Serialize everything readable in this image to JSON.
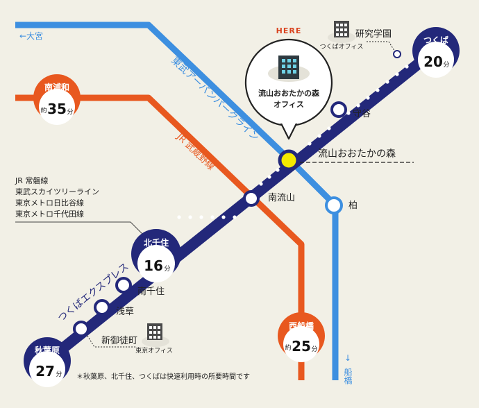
{
  "colors": {
    "background": "#f2f0e6",
    "tobu": "#3d8fe0",
    "jr": "#e8581f",
    "tx": "#23287a",
    "here_station": "#f4ea00",
    "here_label": "#d9431f"
  },
  "lines": {
    "tobu": {
      "name": "東武アーバンパークライン",
      "dir_west": "←大宮",
      "dir_south_arrow": "↓",
      "dir_south": "船橋"
    },
    "jr": {
      "name": "JR 武蔵野線"
    },
    "tx": {
      "name": "つくばエクスプレス"
    }
  },
  "here": {
    "tag": "HERE",
    "office": "流山おおたかの森",
    "office_sub": "オフィス",
    "icon": "office-building-icon"
  },
  "stations": {
    "nagareyama_otakanomori": "流山おおたかの森",
    "minami_nagareyama": "南流山",
    "moriya": "守谷",
    "kashiwa": "柏",
    "minami_senju": "南千住",
    "asakusa": "浅草",
    "shin_okachimachi": "新御徒町",
    "kenkyu_gakuen": "研究学園"
  },
  "offices": {
    "tsukuba": {
      "label": "つくばオフィス",
      "icon": "office-building-icon"
    },
    "tokyo": {
      "label": "東京オフィス",
      "icon": "office-building-icon"
    }
  },
  "badges": {
    "tsukuba": {
      "name": "つくば",
      "time": "20",
      "unit": "分",
      "prefix": ""
    },
    "minami_urawa": {
      "name": "南浦和",
      "time": "35",
      "unit": "分",
      "prefix": "約"
    },
    "kita_senju": {
      "name": "北千住",
      "time": "16",
      "unit": "分",
      "prefix": ""
    },
    "akihabara": {
      "name": "秋葉原",
      "time": "27",
      "unit": "分",
      "prefix": ""
    },
    "nishi_funabashi": {
      "name": "西船橋",
      "time": "25",
      "unit": "分",
      "prefix": "約"
    }
  },
  "transfer_lines": [
    "JR 常磐線",
    "東武スカイツリーライン",
    "東京メトロ日比谷線",
    "東京メトロ千代田線"
  ],
  "footnote": "＊秋葉原、北千住、つくばは快速利用時の所要時間です"
}
